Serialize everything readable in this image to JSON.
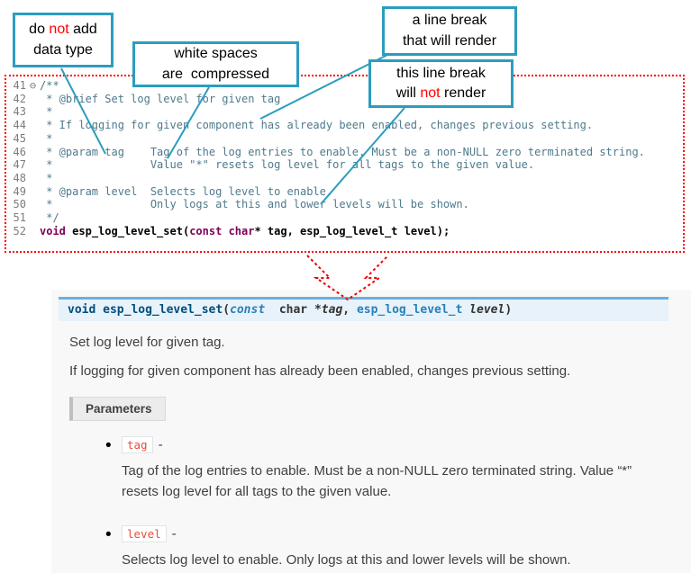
{
  "callouts": {
    "no_datatype": {
      "pre": "do ",
      "em": "not",
      "post": " add",
      "line2": "data type"
    },
    "whitespace": {
      "line1": "white spaces",
      "line2": "are  compressed"
    },
    "break_render": {
      "line1": "a line break",
      "line2": "that will render"
    },
    "break_norender": {
      "line1": "this line break",
      "pre": "will ",
      "em": "not",
      "post": " render"
    }
  },
  "editor": {
    "lines": [
      {
        "num": "41",
        "fold": "⊖",
        "parts": [
          {
            "t": "/**",
            "cls": "comment"
          }
        ]
      },
      {
        "num": "42",
        "parts": [
          {
            "t": " * @brief Set log level for given tag",
            "cls": "comment"
          }
        ]
      },
      {
        "num": "43",
        "parts": [
          {
            "t": " *",
            "cls": "comment"
          }
        ]
      },
      {
        "num": "44",
        "parts": [
          {
            "t": " * If logging for given component has already been enabled, changes previous setting.",
            "cls": "comment"
          }
        ]
      },
      {
        "num": "45",
        "parts": [
          {
            "t": " *",
            "cls": "comment"
          }
        ]
      },
      {
        "num": "46",
        "parts": [
          {
            "t": " * @param tag    Tag of the log entries to enable. Must be a non-NULL zero terminated string.",
            "cls": "comment"
          }
        ]
      },
      {
        "num": "47",
        "parts": [
          {
            "t": " *               Value \"*\" resets log level for all tags to the given value.",
            "cls": "comment"
          }
        ]
      },
      {
        "num": "48",
        "parts": [
          {
            "t": " *",
            "cls": "comment"
          }
        ]
      },
      {
        "num": "49",
        "parts": [
          {
            "t": " * @param level  Selects log level to enable.",
            "cls": "comment"
          }
        ]
      },
      {
        "num": "50",
        "parts": [
          {
            "t": " *               Only logs at this and lower levels will be shown.",
            "cls": "comment"
          }
        ]
      },
      {
        "num": "51",
        "parts": [
          {
            "t": " */",
            "cls": "comment"
          }
        ]
      },
      {
        "num": "52",
        "parts": [
          {
            "t": "void",
            "cls": "kw"
          },
          {
            "t": " ",
            "cls": "b"
          },
          {
            "t": "esp_log_level_set",
            "cls": "fn"
          },
          {
            "t": "(",
            "cls": "b"
          },
          {
            "t": "const",
            "cls": "kw"
          },
          {
            "t": " ",
            "cls": "b"
          },
          {
            "t": "char",
            "cls": "kw"
          },
          {
            "t": "* tag, esp_log_level_t level);",
            "cls": "b"
          }
        ]
      }
    ]
  },
  "doc": {
    "signature": [
      {
        "t": "void ",
        "cls": "kw"
      },
      {
        "t": "esp_log_level_set",
        "cls": "name"
      },
      {
        "t": "(",
        "cls": "plain"
      },
      {
        "t": "const",
        "cls": "kwi"
      },
      {
        "t": "  char *",
        "cls": "plain"
      },
      {
        "t": "tag",
        "cls": "param"
      },
      {
        "t": ", ",
        "cls": "plain"
      },
      {
        "t": "esp_log_level_t ",
        "cls": "type"
      },
      {
        "t": "level",
        "cls": "param"
      },
      {
        "t": ")",
        "cls": "plain"
      }
    ],
    "brief": "Set log level for given tag.",
    "detail": "If logging for given component has already been enabled, changes previous setting.",
    "params_label": "Parameters",
    "params": [
      {
        "name": "tag",
        "dash": "-",
        "desc": "Tag of the log entries to enable. Must be a non-NULL zero terminated string. Value “*” resets log level for all tags to the given value."
      },
      {
        "name": "level",
        "dash": "-",
        "desc": "Selects log level to enable. Only logs at this and lower levels will be shown."
      }
    ]
  },
  "colors": {
    "callout_border": "#2b9dbe",
    "highlight_red": "#ff0000",
    "editor_border": "#ff0000",
    "sig_top_border": "#6ab0de",
    "sig_bg": "#e7f2fa",
    "chip_red": "#e74c3c"
  }
}
